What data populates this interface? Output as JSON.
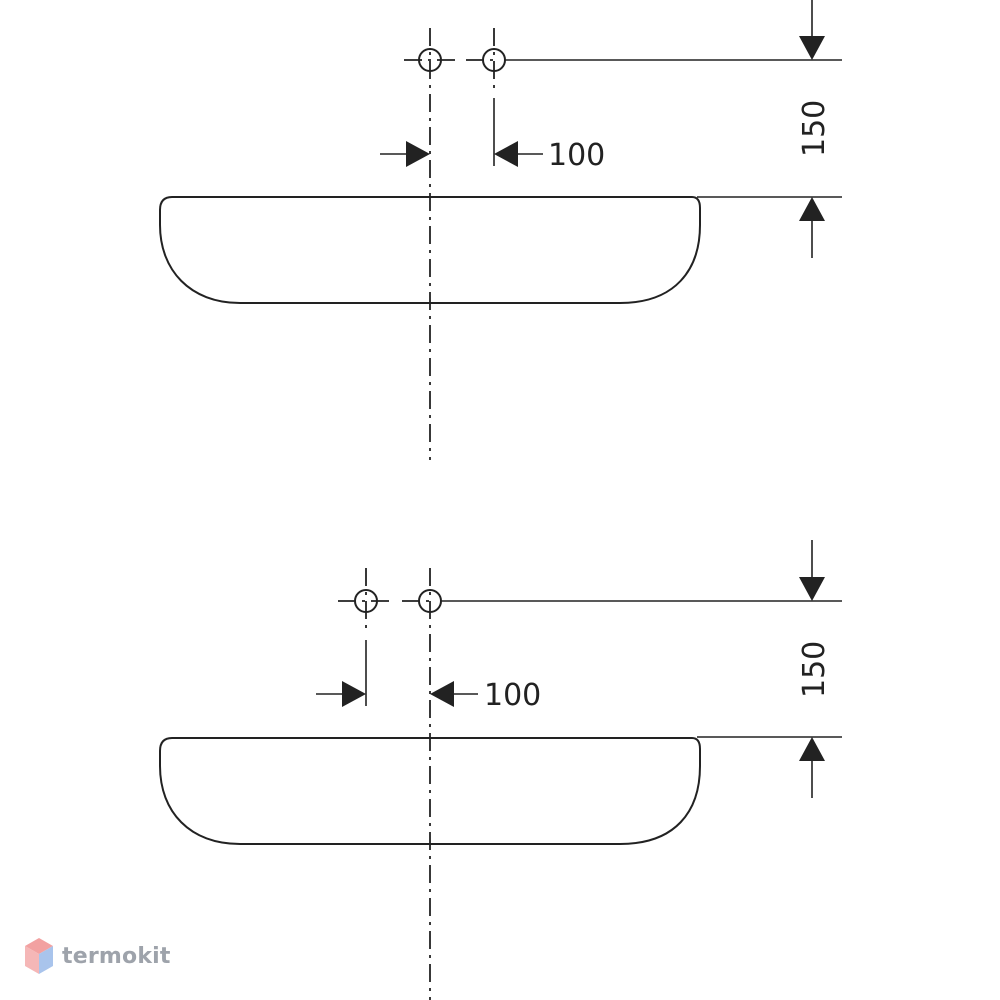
{
  "diagrams": [
    {
      "id": "top",
      "horizontal_dimension": "100",
      "vertical_dimension": "150"
    },
    {
      "id": "bottom",
      "horizontal_dimension": "100",
      "vertical_dimension": "150"
    }
  ],
  "watermark": {
    "text": "termokit",
    "colors": {
      "red": "#f2a1a1",
      "blue": "#a9c4ec",
      "text": "#9ea3ab"
    }
  }
}
